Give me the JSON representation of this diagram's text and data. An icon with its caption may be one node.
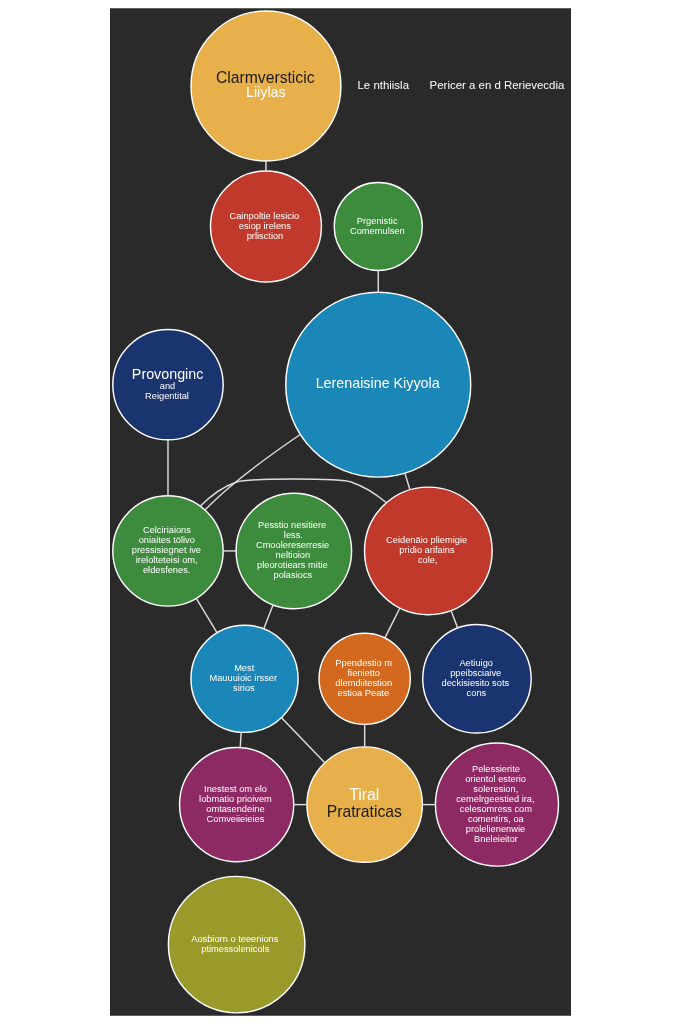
{
  "diagram": {
    "nodes": [
      {
        "text": [
          "Clarmversticic",
          "Liiylas"
        ]
      },
      {
        "text": [
          "Cainpoltie lesicio esiop irelens prlisction"
        ]
      },
      {
        "text": [
          "Prgenistic Comemulsen"
        ]
      },
      {
        "text": [
          "Provonginc",
          "and",
          "Reigentital"
        ]
      },
      {
        "text": [
          "Lerenaisine Kiyyola"
        ]
      },
      {
        "text": [
          "Pesstio nesitiere less. Cmoolereserresie neltioion pleorotiears mitie polasiocs"
        ]
      },
      {
        "text": [
          "Celciriaions oniaites tölivo pressisiegnet ive irelolteteisi om, eldesfenes."
        ]
      },
      {
        "text": [
          "Ceidenäio pliemigie pridio arifains cole,"
        ]
      },
      {
        "text": [
          "Mest",
          "Mauuuioic irsser",
          "sirios"
        ]
      },
      {
        "text": [
          "Ppendestio m fienietto dlemdiitestion estioa Peate"
        ]
      },
      {
        "text": [
          "Aetiuigo ppeibsciaive deckisiesito sots cons"
        ]
      },
      {
        "text": [
          "Inestest om elo lobmatio prioivem omtasendeine",
          "Comveiieieies"
        ]
      },
      {
        "text": [
          "Aosbiorn o teeenions ptimessolenicols"
        ]
      },
      {
        "text": [
          "Tiral",
          "Pratraticas"
        ]
      },
      {
        "text": [
          "Pelessierite orientol esterio soleresion, cemelrgeestied ira, celesomress com comentirs, oa prolelienenwie Bneleieitor"
        ]
      }
    ],
    "edges": [
      {
        "from": 0,
        "to": 1,
        "arrow": "none"
      },
      {
        "from": 2,
        "to": 4,
        "arrow": "none"
      },
      {
        "from": 3,
        "to": 6,
        "arrow": "none"
      },
      {
        "from": 4,
        "to": 6,
        "arrow": "none"
      },
      {
        "from": 4,
        "to": 7,
        "arrow": "none"
      },
      {
        "from": 6,
        "to": 5,
        "arrow": "none"
      },
      {
        "from": 6,
        "to": 7,
        "arrow": "none"
      },
      {
        "from": 5,
        "to": 8,
        "arrow": "none"
      },
      {
        "from": 6,
        "to": 8,
        "arrow": "none"
      },
      {
        "from": 7,
        "to": 9,
        "arrow": "none"
      },
      {
        "from": 7,
        "to": 10,
        "arrow": "none"
      },
      {
        "from": 8,
        "to": 11,
        "arrow": "none"
      },
      {
        "from": 8,
        "to": 13,
        "arrow": "none"
      },
      {
        "from": 9,
        "to": 13,
        "arrow": "none"
      },
      {
        "from": 11,
        "to": 13,
        "arrow": "none"
      },
      {
        "from": 13,
        "to": 14,
        "arrow": "none"
      }
    ],
    "labels": [
      "Le nthiisla",
      "Pericer a en d Rerievecdia"
    ]
  }
}
